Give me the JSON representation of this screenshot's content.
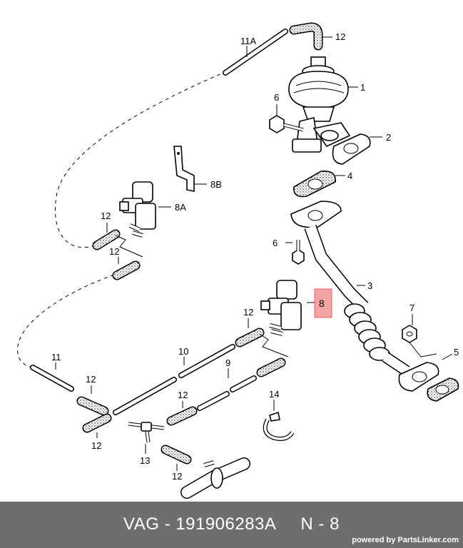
{
  "labels": {
    "p1": "1",
    "p2": "2",
    "p3": "3",
    "p4": "4",
    "p5": "5",
    "p6a": "6",
    "p6b": "6",
    "p7": "7",
    "p8": "8",
    "p8a": "8A",
    "p8b": "8B",
    "p9": "9",
    "p10": "10",
    "p11": "11",
    "p11a": "11A",
    "p12_top": "12",
    "p12_left1": "12",
    "p12_left2": "12",
    "p12_mid": "12",
    "p12_b1": "12",
    "p12_b2": "12",
    "p12_b3": "12",
    "p12_b4": "12",
    "p13": "13",
    "p14": "14"
  },
  "highlight_color": "#f4a3a3",
  "footer": {
    "part_number": "VAG - 191906283A",
    "reference": "N - 8",
    "powered_by": "powered by PartsLinker.com"
  }
}
